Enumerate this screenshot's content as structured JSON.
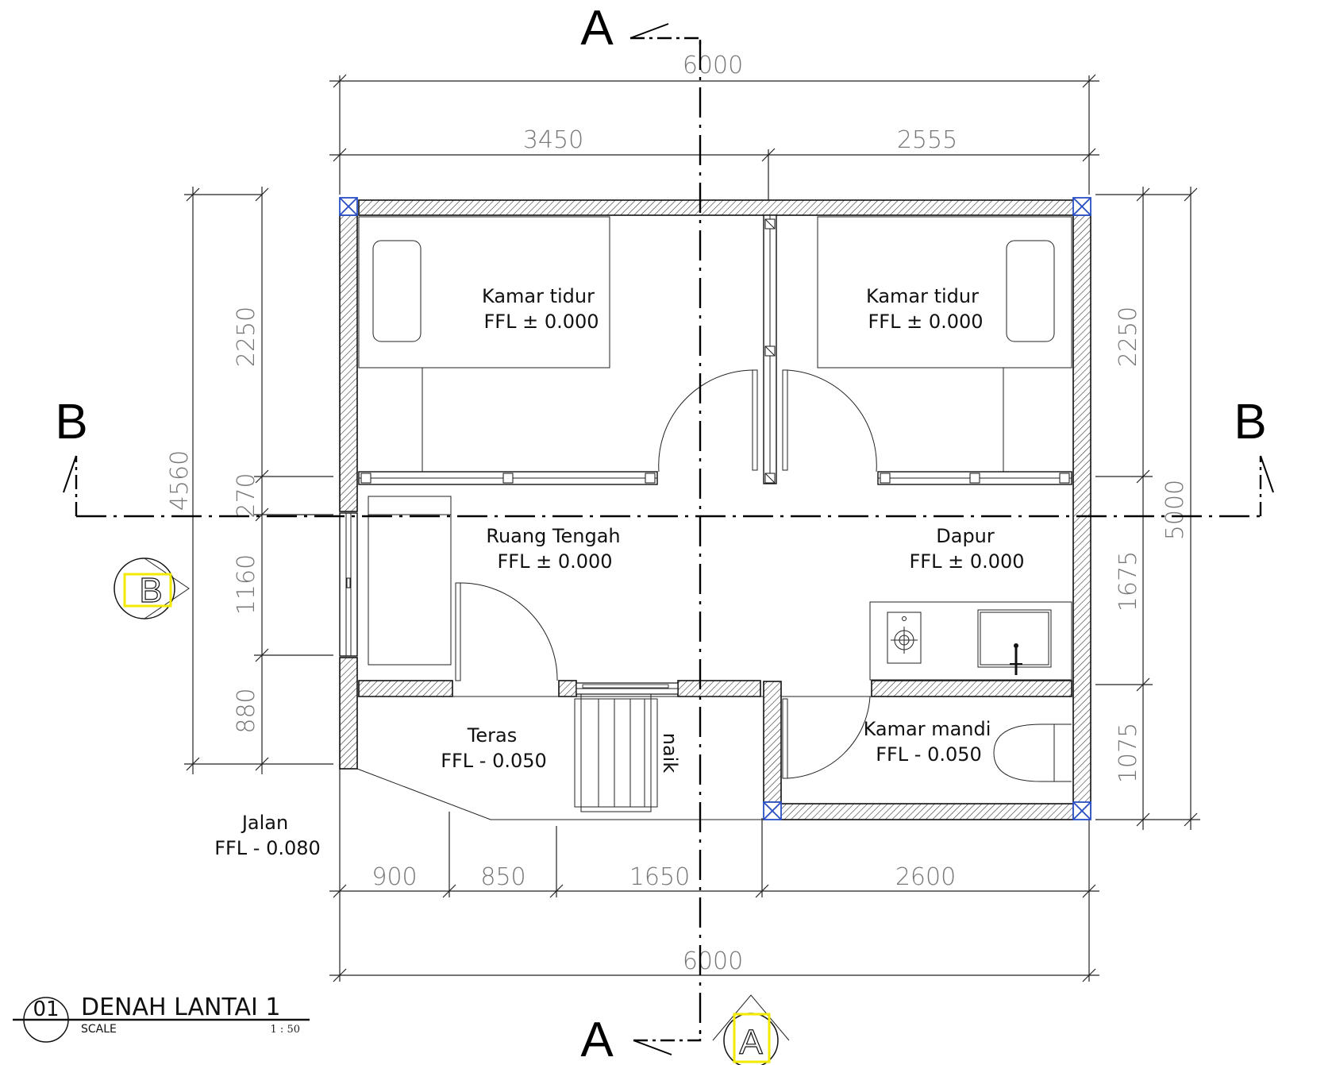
{
  "rooms": {
    "bedroom_left": {
      "name": "Kamar tidur",
      "level": "FFL ± 0.000"
    },
    "bedroom_right": {
      "name": "Kamar tidur",
      "level": "FFL ± 0.000"
    },
    "living": {
      "name": "Ruang Tengah",
      "level": "FFL ± 0.000"
    },
    "kitchen": {
      "name": "Dapur",
      "level": "FFL ± 0.000"
    },
    "terrace": {
      "name": "Teras",
      "level": "FFL - 0.050"
    },
    "bathroom": {
      "name": "Kamar mandi",
      "level": "FFL - 0.050"
    },
    "street": {
      "name": "Jalan",
      "level": "FFL - 0.080"
    }
  },
  "stair_label": "naik",
  "dimensions": {
    "top_total": "6000",
    "top_left": "3450",
    "top_right": "2555",
    "bottom_segments": [
      "900",
      "850",
      "1650",
      "2600"
    ],
    "bottom_total": "6000",
    "left_total": "4560",
    "left_segments": [
      "2250",
      "270",
      "1160",
      "880"
    ],
    "right_total": "5000",
    "right_segments": [
      "2250",
      "1675",
      "1075"
    ]
  },
  "section_marks": {
    "a": "A",
    "b": "B"
  },
  "title_block": {
    "number": "01",
    "title": "DENAH LANTAI 1",
    "scale_label": "SCALE",
    "scale_value": "1 : 50"
  },
  "colors": {
    "wall_line": "#111111",
    "highlight": "#f2ea00",
    "column_marker": "#2a4fc4"
  }
}
